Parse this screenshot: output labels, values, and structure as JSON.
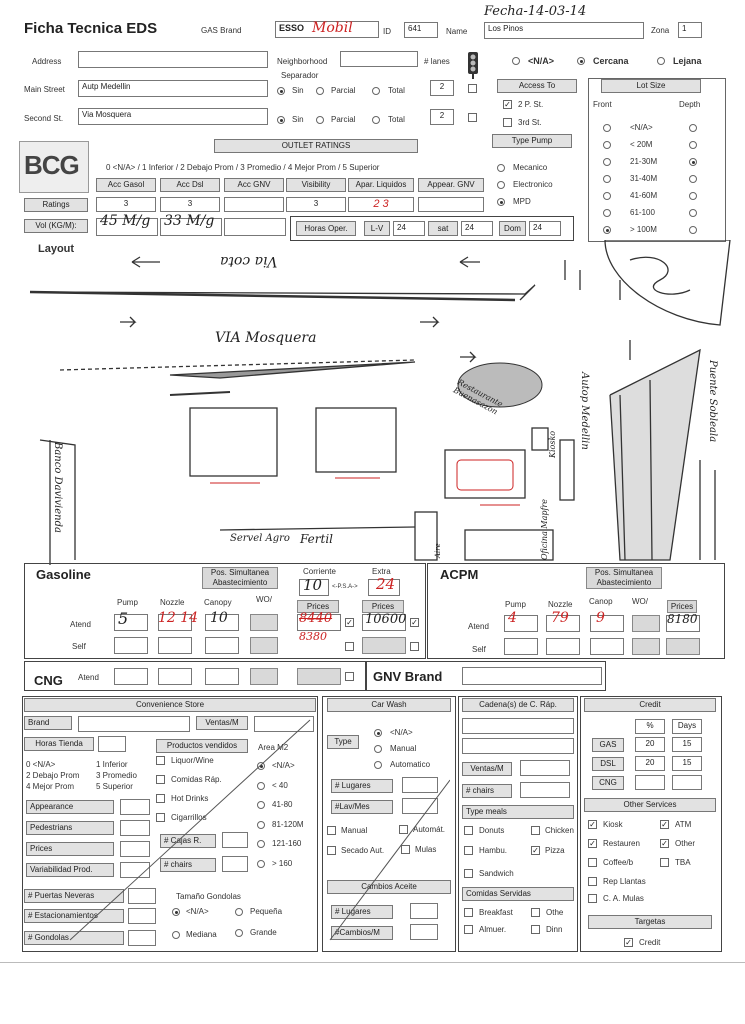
{
  "header": {
    "title": "Ficha Tecnica EDS",
    "gas_brand_label": "GAS Brand",
    "gas_brand_value": "ESSO",
    "gas_brand_hand": "Mobil",
    "id_label": "ID",
    "id_value": "641",
    "name_label": "Name",
    "name_value": "Los Pinos",
    "date_hand": "Fecha-14-03-14",
    "zona_label": "Zona",
    "zona_value": "1"
  },
  "location": {
    "address_label": "Address",
    "neighborhood_label": "Neighborhood",
    "lanes_label": "# lanes",
    "main_street_label": "Main Street",
    "main_street_value": "Autp Medellin",
    "separador_label": "Separador",
    "opt_sin": "Sin",
    "opt_parcial": "Parcial",
    "opt_total": "Total",
    "main_lanes": "2",
    "second_street_label": "Second St.",
    "second_street_value": "Via Mosquera",
    "second_lanes": "2",
    "proximity": [
      "<N/A>",
      "Cercana",
      "Lejana"
    ]
  },
  "access": {
    "title": "Access To",
    "opt1": "2 P. St.",
    "opt2": "3rd St.",
    "pump_title": "Type Pump",
    "pump_opts": [
      "Mecanico",
      "Electronico",
      "MPD"
    ]
  },
  "lot": {
    "title": "Lot Size",
    "front": "Front",
    "depth": "Depth",
    "sizes": [
      "<N/A>",
      "< 20M",
      "21-30M",
      "31-40M",
      "41-60M",
      "61-100",
      "> 100M"
    ]
  },
  "outlet": {
    "logo": "BCG",
    "title": "OUTLET RATINGS",
    "scale": "0 <N/A> /  1 Inferior  /  2 Debajo Prom  /  3 Promedio  /  4 Mejor Prom  /  5 Superior",
    "cols": [
      "Acc Gasol",
      "Acc Dsl",
      "Acc GNV",
      "Visibility",
      "Apar. Liquidos",
      "Appear. GNV"
    ],
    "ratings_label": "Ratings",
    "ratings": [
      "3",
      "3",
      "",
      "3",
      "2 3",
      ""
    ],
    "vol_label": "Vol (KG/M):",
    "vol_hand": [
      "45 M/g",
      "33 M/g"
    ],
    "horas_label": "Horas Oper.",
    "lv_label": "L-V",
    "lv_value": "24",
    "sat_label": "sat",
    "sat_value": "24",
    "dom_label": "Dom",
    "dom_value": "24"
  },
  "layout": {
    "label": "Layout",
    "street_top": "Via cota",
    "street_mid": "VIA Mosquera",
    "restaurant": "Restaurante Buenasazon",
    "kiosko": "Kiosko",
    "oficina": "Oficina Mapfre",
    "autop": "Autop Medellin",
    "banco": "Banco Davivienda",
    "service": "Servel Agro",
    "fertil": "Fertil",
    "puente": "Puente Sobleala",
    "aire": "Aire"
  },
  "gasoline": {
    "title": "Gasoline",
    "pos_sim": "Pos. Simultanea Abastecimiento",
    "corriente": "Corriente",
    "extra": "Extra",
    "corriente_hand": "10",
    "psa": "<-P.S.A->",
    "extra_hand": "24",
    "cols": [
      "Pump",
      "Nozzle",
      "Canopy",
      "WO/",
      "Prices",
      "Prices"
    ],
    "atend": "Atend",
    "self": "Self",
    "pump_hand": "5",
    "nozzle_hand": "12 14",
    "canopy_hand": "10",
    "price1_hand": "8440",
    "price1b_hand": "8380",
    "price2_hand": "10600"
  },
  "acpm": {
    "title": "ACPM",
    "pos_sim": "Pos. Simultanea Abastecimiento",
    "cols": [
      "Pump",
      "Nozzle",
      "Canop",
      "WO/",
      "Prices"
    ],
    "atend": "Atend",
    "self": "Self",
    "pump_hand": "4",
    "nozzle_hand": "79",
    "canop_hand": "9",
    "price_hand": "8180"
  },
  "cng": {
    "title": "CNG",
    "atend": "Atend",
    "gnv_brand": "GNV Brand"
  },
  "convenience": {
    "title": "Convenience Store",
    "brand": "Brand",
    "ventas": "Ventas/M",
    "horas": "Horas Tienda",
    "productos": "Productos vendidos",
    "area": "Area M2",
    "scale": [
      "0 <N/A>",
      "1 Inferior",
      "2 Debajo Prom",
      "3 Promedio",
      "4 Mejor Prom",
      "5 Superior"
    ],
    "products": [
      "Liquor/Wine",
      "Comidas Ráp.",
      "Hot Drinks",
      "Cigarrillos"
    ],
    "areas": [
      "<N/A>",
      "< 40",
      "41-80",
      "81-120M",
      "121-160",
      "> 160"
    ],
    "ratings": [
      "Appearance",
      "Pedestrians",
      "Prices",
      "Variabilidad Prod."
    ],
    "cajas": "# Cajas R.",
    "chairs": "# chairs",
    "puertas": "# Puertas Neveras",
    "estacionamientos": "# Estacionamientos",
    "gondolas": "# Gondolas",
    "tamano": "Tamaño Gondolas",
    "tamano_opts": [
      "<N/A>",
      "Pequeña",
      "Mediana",
      "Grande"
    ]
  },
  "carwash": {
    "title": "Car Wash",
    "type": "Type",
    "opts": [
      "<N/A>",
      "Manual",
      "Automatico"
    ],
    "lugares": "# Lugares",
    "lav": "#Lav/Mes",
    "checks": [
      "Manual",
      "Automát.",
      "Secado Aut.",
      "Mulas"
    ],
    "cambios_title": "Cambios Aceite",
    "cambios_lugares": "# Lugares",
    "cambios_mes": "#Cambios/M"
  },
  "cadena": {
    "title": "Cadena(s) de C. Ráp.",
    "ventas": "Ventas/M",
    "chairs": "# chairs",
    "meals": "Type meals",
    "meal_opts": [
      "Donuts",
      "Chicken",
      "Hambu.",
      "Pizza",
      "Sandwich"
    ],
    "comidas": "Comidas Servidas",
    "comidas_opts": [
      "Breakfast",
      "Othe",
      "Almuer.",
      "Dinn"
    ]
  },
  "credit": {
    "title": "Credit",
    "pct": "%",
    "days": "Days",
    "rows": [
      {
        "label": "GAS",
        "pct": "20",
        "days": "15"
      },
      {
        "label": "DSL",
        "pct": "20",
        "days": "15"
      },
      {
        "label": "CNG",
        "pct": "",
        "days": ""
      }
    ],
    "services_title": "Other Services",
    "services": [
      "Kiosk",
      "ATM",
      "Restauren",
      "Other",
      "Coffee/b",
      "TBA",
      "Rep Llantas",
      "C. A. Mulas"
    ],
    "targetas": "Targetas",
    "credit_chk": "Credit"
  }
}
